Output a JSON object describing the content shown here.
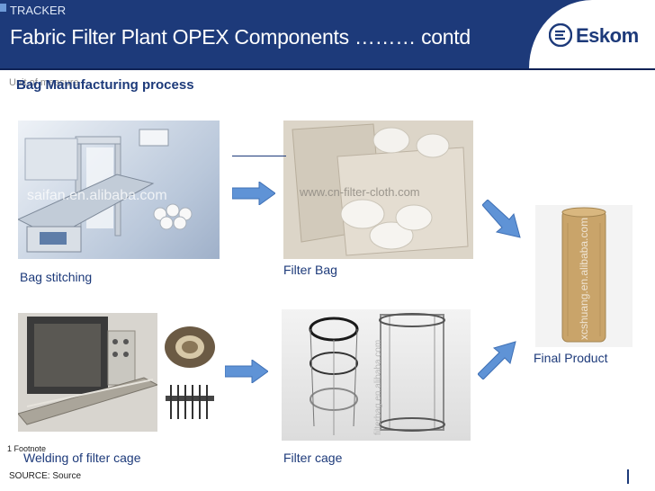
{
  "header": {
    "tracker": "TRACKER",
    "title": "Fabric Filter Plant OPEX Components ……… contd",
    "logo_text": "Eskom"
  },
  "unit_label": "Unit of measure",
  "section_title": "Bag Manufacturing process",
  "captions": {
    "bag_stitching": "Bag stitching",
    "filter_bag": "Filter Bag",
    "final_product": "Final Product",
    "welding": "Welding of filter cage",
    "filter_cage": "Filter cage"
  },
  "watermarks": {
    "stitching": "saifan.en.alibaba.com",
    "filter_bag": "www.cn-filter-cloth.com",
    "final_product": "xcshuang.en.alibaba.com",
    "filter_cage": "filterbag.en.alibaba.com"
  },
  "footnote": "1 Footnote",
  "source": "SOURCE: Source",
  "colors": {
    "header": "#1d3a7a",
    "arrow": "#5f93d6"
  }
}
